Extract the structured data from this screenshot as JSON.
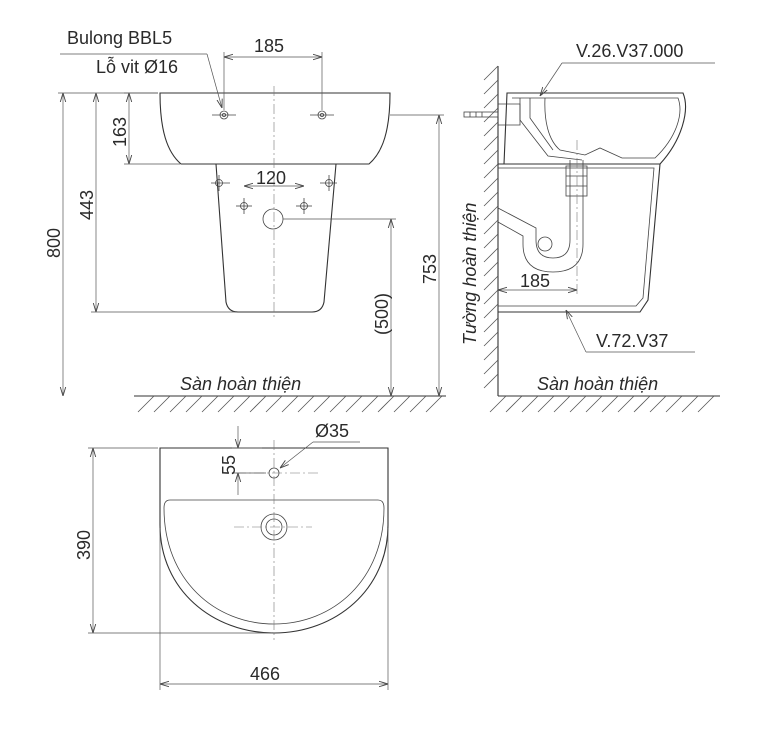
{
  "labels": {
    "bolt": "Bulong BBL5",
    "screw_hole": "Lỗ vit Ø16",
    "faucet_hole": "Ø35",
    "wall": "Tường hoàn thiện",
    "floor_front": "Sàn hoàn thiện",
    "floor_side": "Sàn hoàn thiện",
    "model_basin": "V.26.V37.000",
    "model_pedestal": "V.72.V37"
  },
  "dimensions": {
    "bolt_spacing": "185",
    "basin_height": "163",
    "drain_holes_spacing": "120",
    "pedestal_top": "443",
    "total_height": "800",
    "drain_height": "(500)",
    "rim_height": "753",
    "wall_to_drain": "185",
    "faucet_offset": "55",
    "depth": "390",
    "width": "466"
  }
}
